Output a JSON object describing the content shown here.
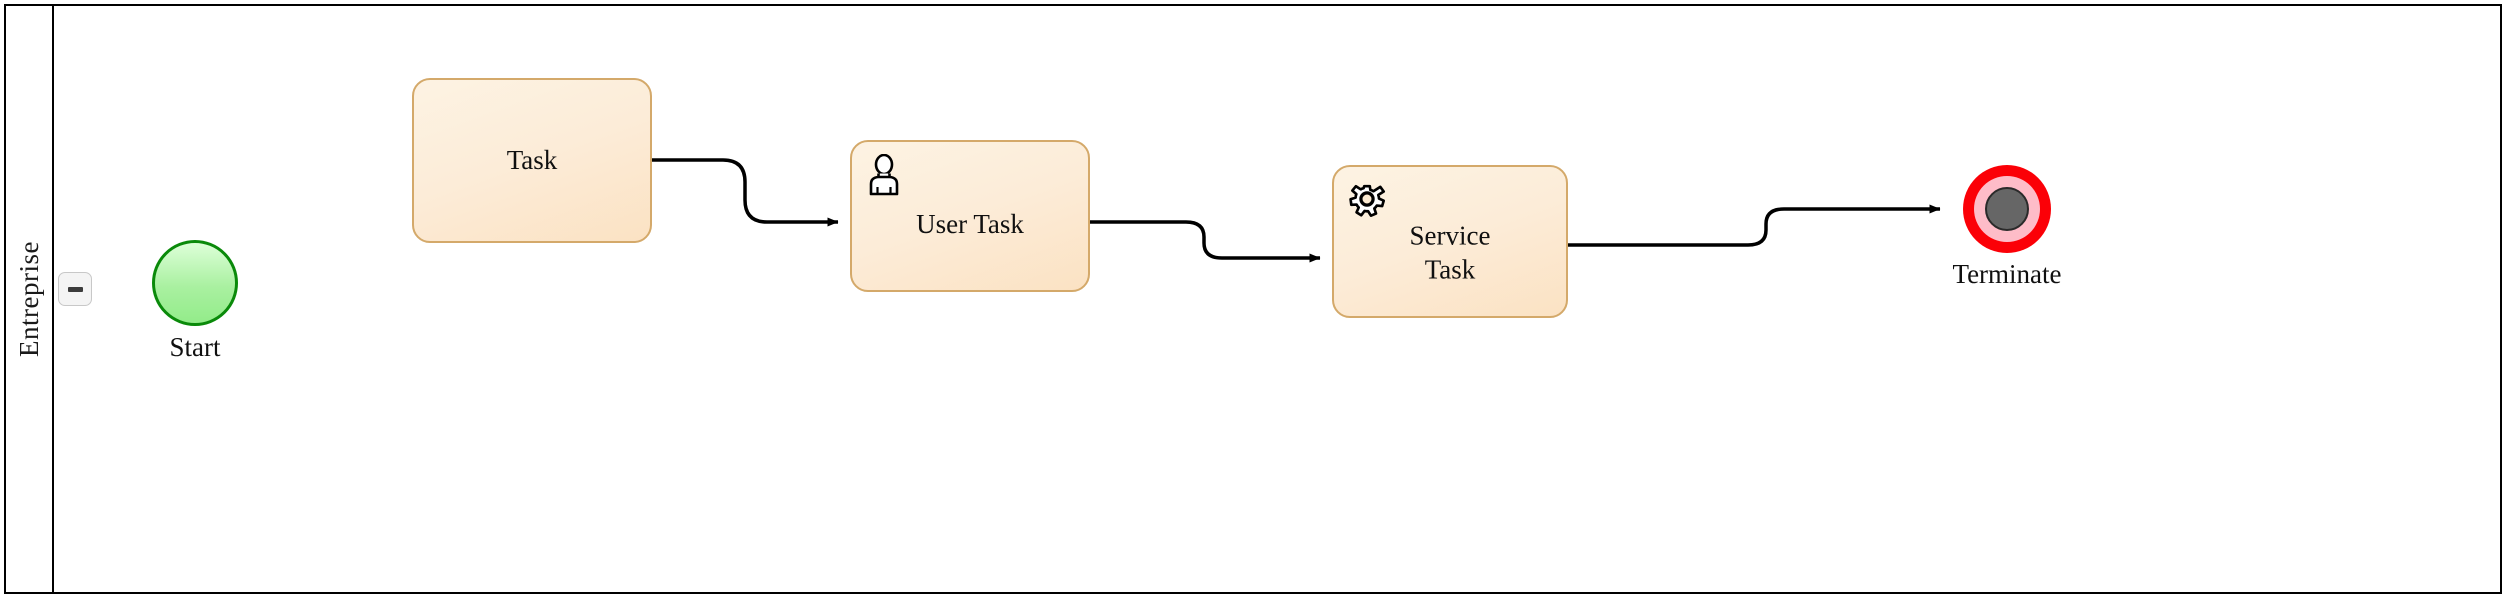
{
  "diagram": {
    "type": "bpmn-process",
    "pool": {
      "name": "entreprise-pool",
      "label": "Entreprise",
      "collapse_button_icon": "minus-icon"
    },
    "nodes": [
      {
        "id": "start",
        "kind": "start-event",
        "label": "Start",
        "label_position": "below",
        "icon": "none",
        "fill": "#a9f0a0",
        "stroke": "#0a8a0a"
      },
      {
        "id": "task",
        "kind": "task",
        "label": "Task",
        "icon": "none",
        "fill": "#fcecd8",
        "stroke": "#d4a96a"
      },
      {
        "id": "user_task",
        "kind": "user-task",
        "label": "User Task",
        "icon": "user-icon",
        "fill": "#fcecd8",
        "stroke": "#d4a96a"
      },
      {
        "id": "service_task",
        "kind": "service-task",
        "label": "Service\nTask",
        "label_line1": "Service",
        "label_line2": "Task",
        "icon": "gear-icon",
        "fill": "#fcecd8",
        "stroke": "#d4a96a"
      },
      {
        "id": "terminate",
        "kind": "terminate-end-event",
        "label": "Terminate",
        "label_position": "below",
        "outer_ring": "#fb0007",
        "inner_ring": "#febcc8",
        "core": "#666666"
      }
    ],
    "flows": [
      {
        "id": "flow1",
        "from": "task",
        "to": "user_task",
        "style": "orthogonal-rounded",
        "arrow": "filled-triangle"
      },
      {
        "id": "flow2",
        "from": "user_task",
        "to": "service_task",
        "style": "orthogonal-rounded",
        "arrow": "filled-triangle"
      },
      {
        "id": "flow3",
        "from": "service_task",
        "to": "terminate",
        "style": "orthogonal-rounded",
        "arrow": "filled-triangle"
      }
    ]
  }
}
